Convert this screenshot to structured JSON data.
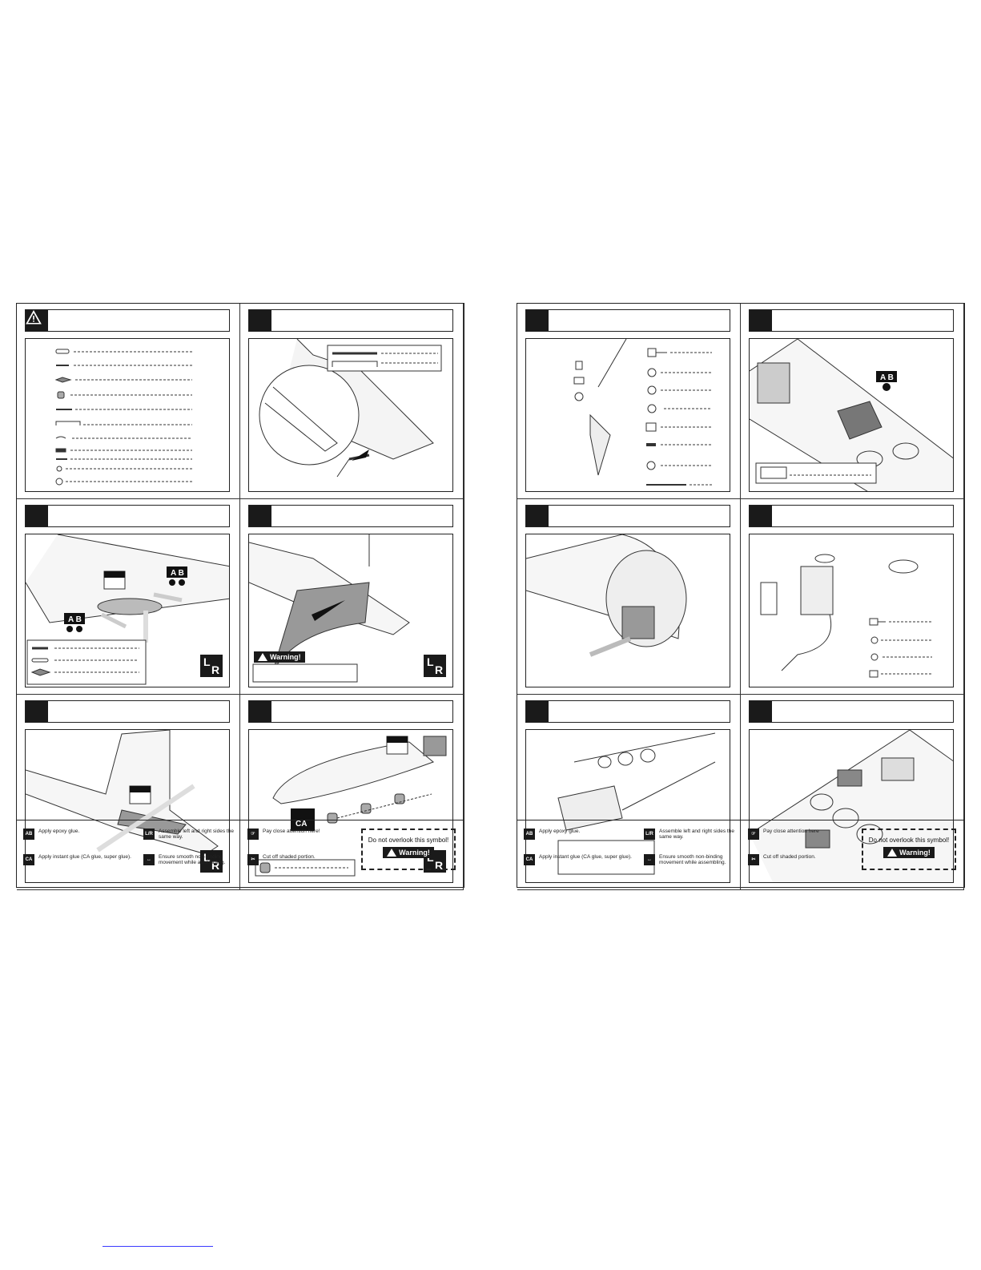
{
  "footer": {
    "epoxy": "Apply epoxy glue.",
    "instant_glue": "Apply instant glue (CA glue, super glue).",
    "assemble_lr": "Assemble left and right sides the same way.",
    "ensure_smooth": "Ensure smooth non-binding movement while assembling.",
    "pay_attention": "Pay close attention here!",
    "cut_off": "Cut off shaded portion.",
    "dont_overlook": "Do not overlook this symbol!",
    "warning": "Warning!"
  },
  "right_footer": {
    "epoxy": "Apply epoxy glue.",
    "instant_glue": "Apply instant glue (CA glue, super glue).",
    "assemble_lr": "Assemble left and right sides the same way.",
    "ensure_smooth": "Ensure smooth non-binding movement while assembling.",
    "pay_attention": "Pay close attention here",
    "cut_off": "Cut off shaded portion.",
    "dont_overlook": "Do not overlook this symbol!",
    "warning": "Warning!"
  },
  "icons": {
    "ab": "A B",
    "ca": "CA",
    "lr_l": "L",
    "lr_r": "R"
  },
  "panel_labels": {
    "warning_box": "Warning!"
  }
}
